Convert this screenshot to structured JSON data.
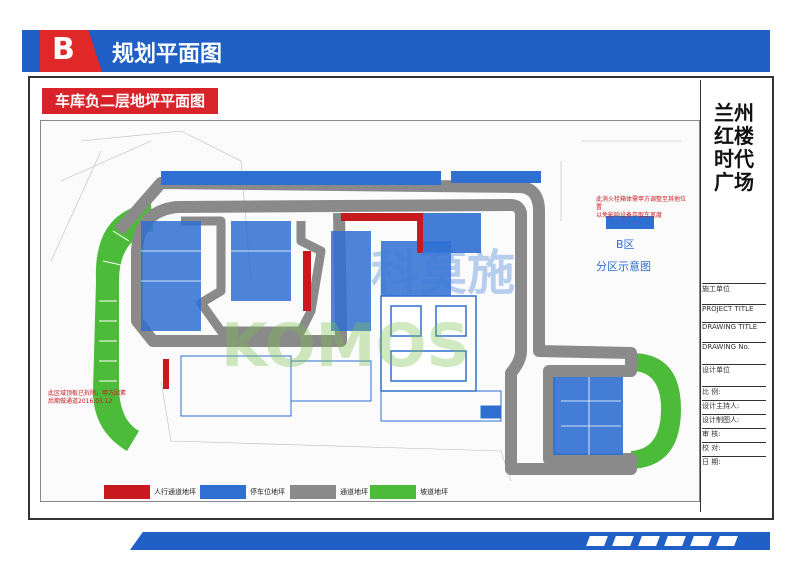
{
  "header": {
    "letter": "B",
    "title": "规划平面图"
  },
  "plan": {
    "title": "车库负二层地坪平面图",
    "zone_label": "B区",
    "zone_caption": "分区示意图",
    "note_top_right": [
      "此消火栓箱体需甲方调整至其他位置",
      "以免影响设备存取车宽度"
    ],
    "note_bottom_left": [
      "此区域顶板已拆除，甲方因素",
      "后期做通道2016.03.12"
    ],
    "watermark_cn": "科莫施",
    "watermark_en": "KOMOS"
  },
  "legend": [
    {
      "label": "人行通道地坪",
      "color": "#c8191f"
    },
    {
      "label": "停车位地坪",
      "color": "#2f6fd1"
    },
    {
      "label": "通道地坪",
      "color": "#8a8a8a"
    },
    {
      "label": "坡道地坪",
      "color": "#4dbb3a"
    }
  ],
  "title_block": {
    "project_name": "兰州红楼时代广场",
    "rows": [
      "施工单位",
      "PROJECT TITLE",
      "DRAWING TITLE",
      "DRAWING No.",
      "设计单位",
      "比 例:",
      "设计主持人:",
      "设计制图人:",
      "审 核:",
      "校 对:",
      "日 期:"
    ]
  },
  "colors": {
    "brand_blue": "#1f5fc6",
    "accent_red": "#e02828"
  }
}
